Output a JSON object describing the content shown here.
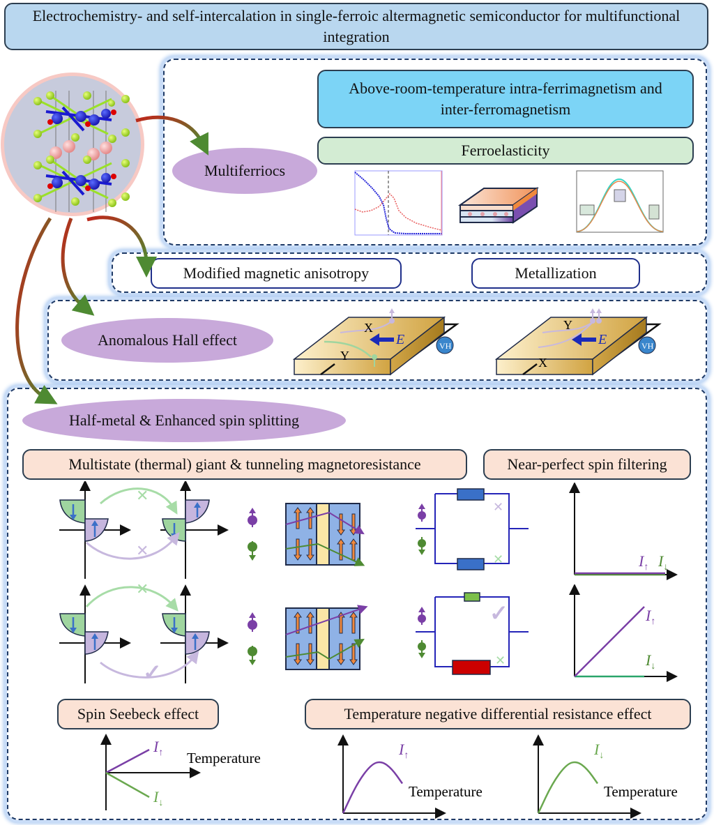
{
  "title": "Electrochemistry- and self-intercalation in single-ferroic altermagnetic semiconductor for multifunctional integration",
  "multiferroics": {
    "label": "Multiferriocs",
    "magnetism_box": "Above-room-temperature intra-ferrimagnetism and inter-ferromagnetism",
    "ferroelasticity_box": "Ferroelasticity"
  },
  "row2": {
    "anisotropy_box": "Modified magnetic anisotropy",
    "metallization_box": "Metallization"
  },
  "hall": {
    "label": "Anomalous Hall effect",
    "device1": {
      "top_label": "X",
      "bottom_label": "Y",
      "field_label": "E",
      "voltmeter": "VH"
    },
    "device2": {
      "top_label": "Y",
      "bottom_label": "X",
      "field_label": "E",
      "voltmeter": "VH"
    }
  },
  "halfmetal": {
    "label": "Half-metal & Enhanced spin splitting",
    "magnetoresistance_box": "Multistate (thermal) giant & tunneling magnetoresistance",
    "spin_filter_box": "Near-perfect spin filtering",
    "seebeck_box": "Spin Seebeck effect",
    "ndr_box": "Temperature negative differential resistance effect",
    "current_up": "I",
    "current_down": "I",
    "up_sub": "↑",
    "down_sub": "↓",
    "temperature": "Temperature"
  },
  "colors": {
    "spin_up": "#7a3fa6",
    "spin_down": "#4e8a32",
    "title_bg": "#b9d7ef",
    "magnetism_bg": "#7cd4f6",
    "ferroelastic_bg": "#d3ecd3",
    "box_peach": "#fbe2d5",
    "pill": "#c8a9da"
  },
  "chart_data": [
    {
      "type": "line",
      "title": "Near-perfect spin filtering (parallel)",
      "series": [
        {
          "name": "I↑",
          "x": [
            0,
            1
          ],
          "y": [
            0.02,
            0.02
          ]
        },
        {
          "name": "I↓",
          "x": [
            0,
            1
          ],
          "y": [
            0,
            0
          ]
        }
      ]
    },
    {
      "type": "line",
      "title": "Near-perfect spin filtering (antiparallel)",
      "series": [
        {
          "name": "I↑",
          "x": [
            0,
            1
          ],
          "y": [
            0,
            1
          ]
        },
        {
          "name": "I↓",
          "x": [
            0,
            1
          ],
          "y": [
            0,
            0
          ]
        }
      ]
    },
    {
      "type": "line",
      "title": "Spin Seebeck effect",
      "xlabel": "Temperature",
      "series": [
        {
          "name": "I↑",
          "x": [
            0,
            1
          ],
          "y": [
            0,
            0.55
          ]
        },
        {
          "name": "I↓",
          "x": [
            0,
            1
          ],
          "y": [
            0,
            -0.7
          ]
        }
      ]
    },
    {
      "type": "line",
      "title": "Temperature NDR (spin up)",
      "xlabel": "Temperature",
      "series": [
        {
          "name": "I↑",
          "x": [
            0,
            0.2,
            0.4,
            0.55,
            0.7,
            0.85
          ],
          "y": [
            0,
            0.5,
            0.82,
            0.88,
            0.75,
            0.5
          ]
        }
      ]
    },
    {
      "type": "line",
      "title": "Temperature NDR (spin down)",
      "xlabel": "Temperature",
      "series": [
        {
          "name": "I↓",
          "x": [
            0,
            0.2,
            0.4,
            0.55,
            0.7,
            0.85
          ],
          "y": [
            0,
            0.5,
            0.82,
            0.88,
            0.75,
            0.5
          ]
        }
      ]
    }
  ]
}
